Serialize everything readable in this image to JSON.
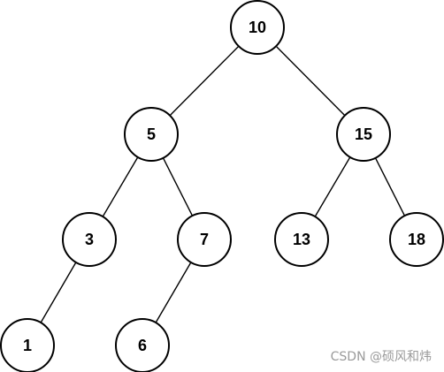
{
  "tree": {
    "nodes": [
      {
        "id": "n10",
        "label": "10"
      },
      {
        "id": "n5",
        "label": "5"
      },
      {
        "id": "n15",
        "label": "15"
      },
      {
        "id": "n3",
        "label": "3"
      },
      {
        "id": "n7",
        "label": "7"
      },
      {
        "id": "n13",
        "label": "13"
      },
      {
        "id": "n18",
        "label": "18"
      },
      {
        "id": "n1",
        "label": "1"
      },
      {
        "id": "n6",
        "label": "6"
      }
    ],
    "edges": [
      [
        "n10",
        "n5"
      ],
      [
        "n10",
        "n15"
      ],
      [
        "n5",
        "n3"
      ],
      [
        "n5",
        "n7"
      ],
      [
        "n15",
        "n13"
      ],
      [
        "n15",
        "n18"
      ],
      [
        "n3",
        "n1"
      ],
      [
        "n7",
        "n6"
      ]
    ]
  },
  "colors": {
    "stroke": "#000000",
    "fill": "#ffffff",
    "watermark": "#9a9a9a"
  },
  "watermark": {
    "text": "CSDN @硕风和炜"
  }
}
